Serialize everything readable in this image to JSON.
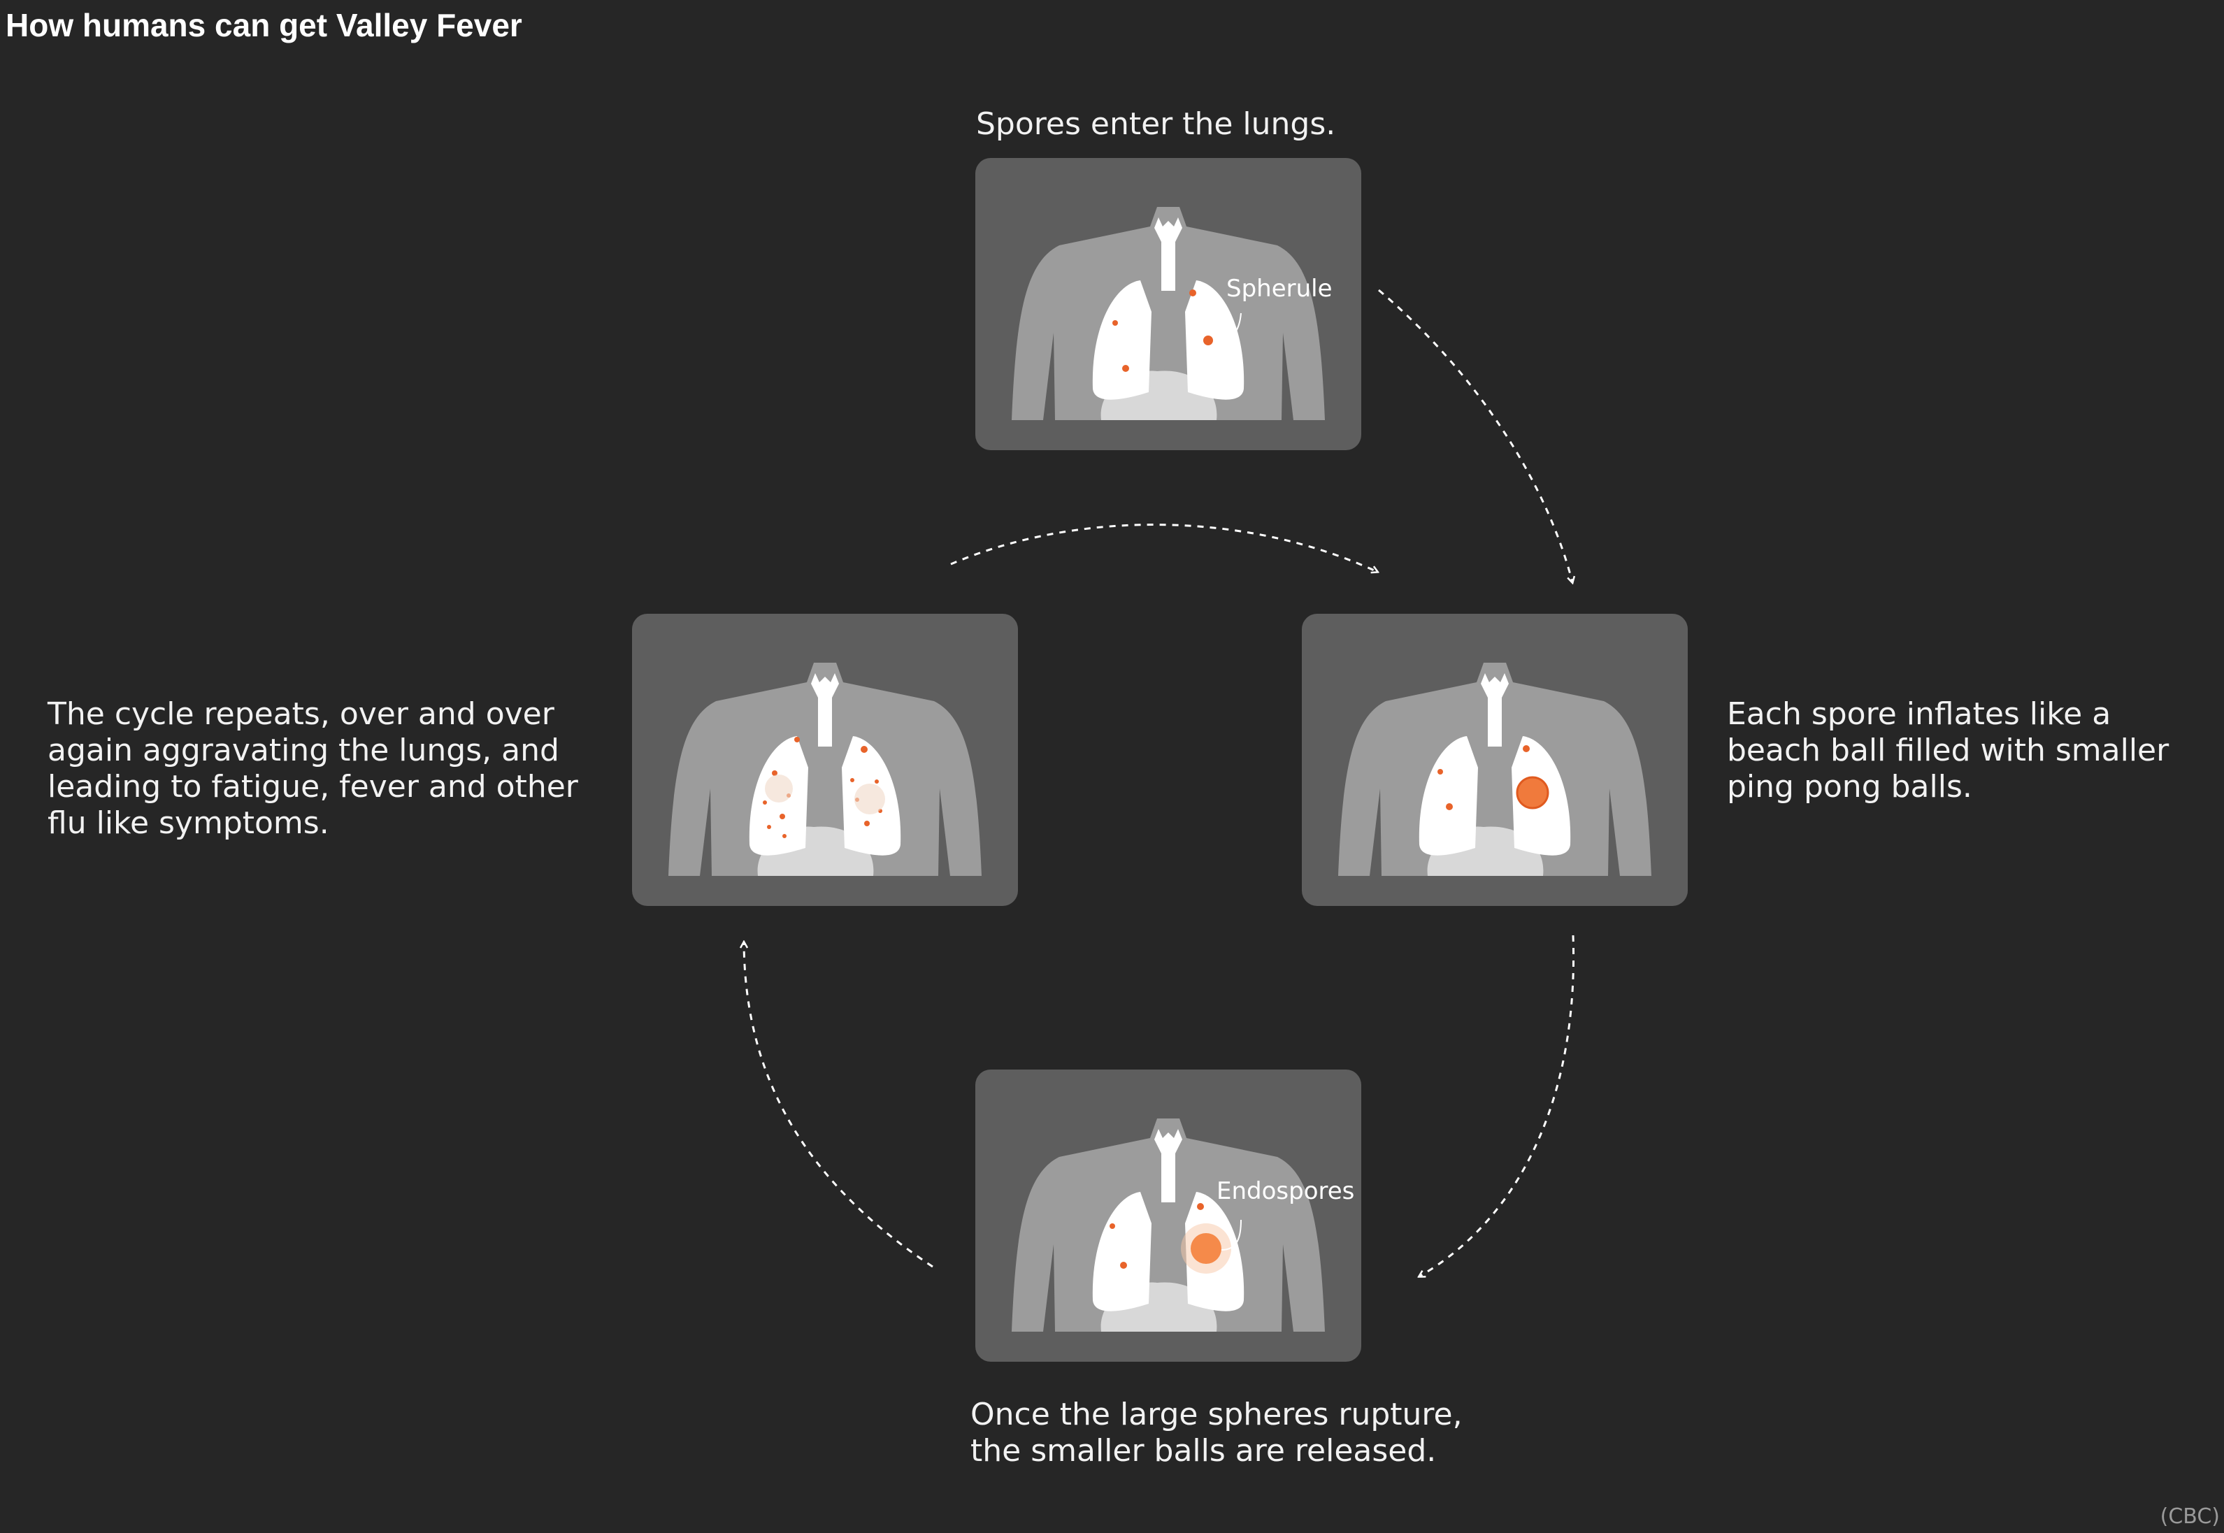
{
  "title": "How humans can get Valley Fever",
  "steps": [
    {
      "text": [
        "Spores enter the lungs."
      ],
      "label": "Spherule"
    },
    {
      "text": [
        "Each spore inflates like a",
        "beach ball filled with smaller",
        "ping pong balls."
      ]
    },
    {
      "text": [
        "Once the large spheres rupture,",
        "the smaller balls are released."
      ],
      "label": "Endospores"
    },
    {
      "text": [
        "The cycle repeats, over and over",
        "again aggravating the lungs, and",
        "leading to fatigue, fever and other",
        "flu like symptoms."
      ]
    }
  ],
  "credit": "(CBC)",
  "colors": {
    "background": "#262626",
    "panel": "#5e5e5e",
    "torso": "#9c9c9c",
    "lungs": "#ffffff",
    "spore": "#e8632a",
    "sphere": "#f07a3c"
  },
  "icons": [
    "torso-icon",
    "lungs-icon",
    "trachea-icon",
    "spore-dot-icon",
    "cycle-arrow-icon"
  ]
}
